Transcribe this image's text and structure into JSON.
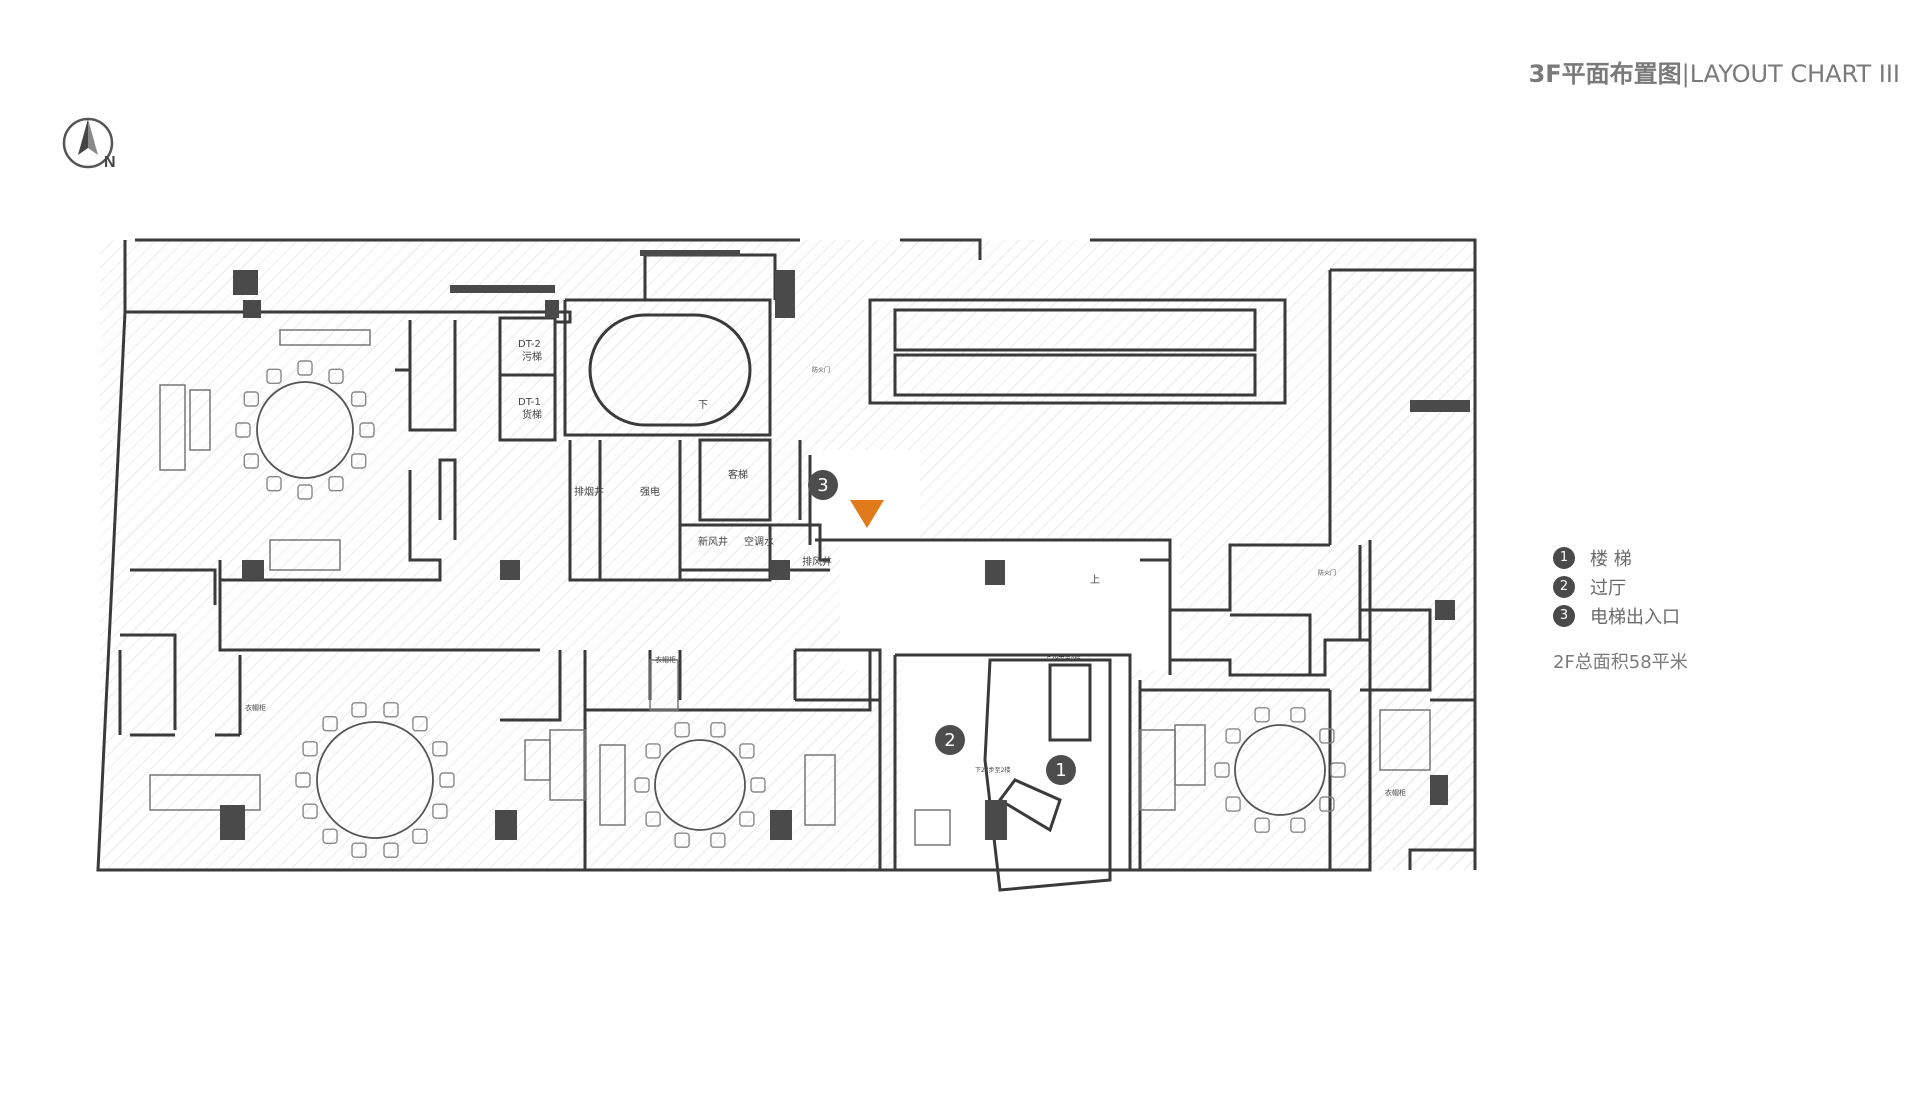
{
  "title": {
    "bold": "3F平面布置图",
    "rest": "|LAYOUT CHART III"
  },
  "compass": {
    "label": "N"
  },
  "legend": [
    {
      "num": "1",
      "label": "楼 梯"
    },
    {
      "num": "2",
      "label": "过厅"
    },
    {
      "num": "3",
      "label": "电梯出入口"
    }
  ],
  "area_note": "2F总面积58平米",
  "plan_labels": {
    "dt2": "DT-2",
    "dt2_sub": "污梯",
    "dt1": "DT-1",
    "dt1_sub": "货梯",
    "down": "下",
    "up": "上",
    "smoke_shaft": "排烟井",
    "power": "强电",
    "passenger_lift": "客梯",
    "fresh_air": "新风井",
    "ac_water": "空调水",
    "exhaust": "排风井",
    "fire_door_1": "防火门",
    "fire_door_2": "防火门",
    "wardrobe_1": "衣帽柜",
    "wardrobe_2": "衣帽柜",
    "wardrobe_3": "衣帽柜",
    "stair_up_note": "上29步至4楼",
    "stair_down_note": "下27步至2楼"
  },
  "markers": {
    "m1": "1",
    "m2": "2",
    "m3": "3"
  },
  "colors": {
    "accent_triangle": "#e07a1a",
    "wall": "#3a3a3a",
    "marker": "#4d4d4d"
  }
}
